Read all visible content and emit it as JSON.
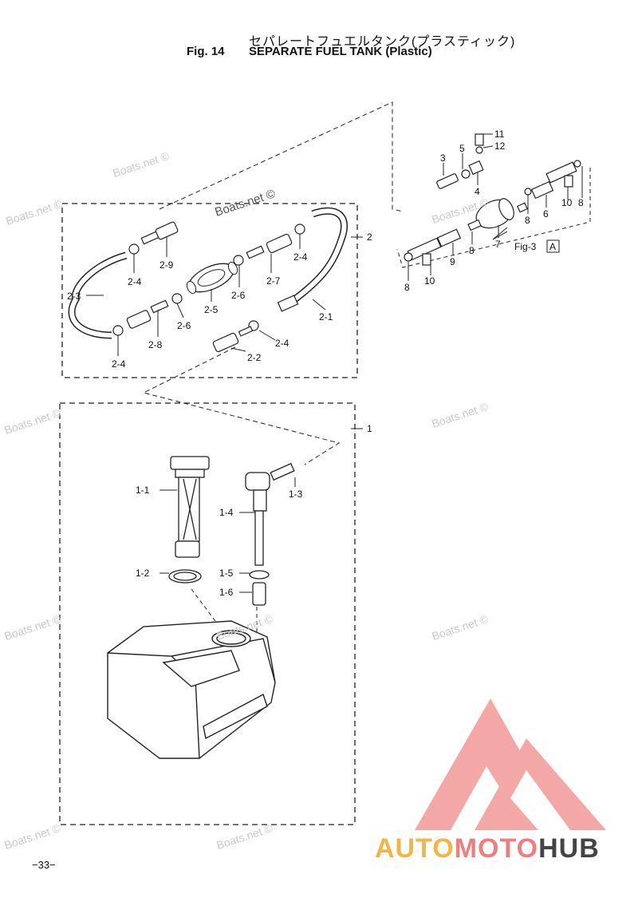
{
  "header": {
    "title_jp": "セパレートフュエルタンク(プラスティック)",
    "fig_number": "Fig. 14",
    "title_en": "SEPARATE FUEL TANK (Plastic)"
  },
  "labels": {
    "p1": "1",
    "p1_1": "1-1",
    "p1_2": "1-2",
    "p1_3": "1-3",
    "p1_4": "1-4",
    "p1_5": "1-5",
    "p1_6": "1-6",
    "p2": "2",
    "p2_1": "2-1",
    "p2_2": "2-2",
    "p2_3": "2-3",
    "p2_4a": "2-4",
    "p2_4b": "2-4",
    "p2_4c": "2-4",
    "p2_4d": "2-4",
    "p2_5": "2-5",
    "p2_6a": "2-6",
    "p2_6b": "2-6",
    "p2_7": "2-7",
    "p2_8": "2-8",
    "p2_9": "2-9",
    "p3": "3",
    "p4": "4",
    "p5": "5",
    "p6": "6",
    "p7": "7",
    "p8a": "8",
    "p8b": "8",
    "p8c": "8",
    "p9": "9",
    "p10a": "10",
    "p10b": "10",
    "p11": "11",
    "p12": "12",
    "fig_ref": "Fig-3",
    "fig_ref_box": "A"
  },
  "watermark": "Boats.net ©",
  "page_number": "−33−",
  "brand": {
    "part1": "AUTO",
    "part2": "MOTO",
    "part3": "HUB"
  },
  "colors": {
    "brand_yellow": "#f3b545",
    "brand_red": "#ef7f7d",
    "brand_dark": "#444444",
    "logo_fill": "#f29a97"
  }
}
